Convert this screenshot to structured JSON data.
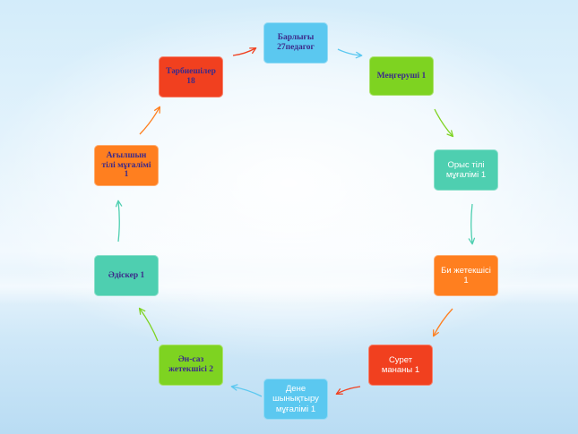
{
  "nodes": [
    {
      "id": "total",
      "text": "Барлығы\n27педагог",
      "fill": "#5bc8f0",
      "text_color": "#3c2a8a",
      "style": "serif"
    },
    {
      "id": "head",
      "text": "Меңгеруші  1",
      "fill": "#7ed321",
      "text_color": "#3c2a8a",
      "style": "serif"
    },
    {
      "id": "russian-teacher",
      "text": "Орыс тілі\nмұғалімі 1",
      "fill": "#4ecfb0",
      "text_color": "#ffffff",
      "style": "sans"
    },
    {
      "id": "dance-leader",
      "text": "Би жетекшісі\n1",
      "fill": "#ff7f1f",
      "text_color": "#ffffff",
      "style": "sans"
    },
    {
      "id": "art-specialist",
      "text": "Сурет\nмананы   1",
      "fill": "#f1401f",
      "text_color": "#ffffff",
      "style": "sans"
    },
    {
      "id": "pe-teacher",
      "text": "Дене\nшынықтыру\nмұғалімі 1",
      "fill": "#5bc8f0",
      "text_color": "#ffffff",
      "style": "sans"
    },
    {
      "id": "music-leader",
      "text": "Ән-саз\nжетекшісі  2",
      "fill": "#7ed321",
      "text_color": "#3c2a8a",
      "style": "serif"
    },
    {
      "id": "methodist",
      "text": "Әдіскер  1",
      "fill": "#4ecfb0",
      "text_color": "#3c2a8a",
      "style": "serif"
    },
    {
      "id": "english-teacher",
      "text": "Ағылшын\nтілі мұғалімі\n1",
      "fill": "#ff7f1f",
      "text_color": "#3c2a8a",
      "style": "serif"
    },
    {
      "id": "educators",
      "text": "Тәрбиешілер\n18",
      "fill": "#f1401f",
      "text_color": "#3c2a8a",
      "style": "serif"
    }
  ],
  "edges": [
    {
      "from": "total",
      "to": "head",
      "color": "#5bc8f0"
    },
    {
      "from": "head",
      "to": "russian-teacher",
      "color": "#7ed321"
    },
    {
      "from": "russian-teacher",
      "to": "dance-leader",
      "color": "#4ecfb0"
    },
    {
      "from": "dance-leader",
      "to": "art-specialist",
      "color": "#ff7f1f"
    },
    {
      "from": "art-specialist",
      "to": "pe-teacher",
      "color": "#f1401f"
    },
    {
      "from": "pe-teacher",
      "to": "music-leader",
      "color": "#5bc8f0"
    },
    {
      "from": "music-leader",
      "to": "methodist",
      "color": "#7ed321"
    },
    {
      "from": "methodist",
      "to": "english-teacher",
      "color": "#4ecfb0"
    },
    {
      "from": "english-teacher",
      "to": "educators",
      "color": "#ff7f1f"
    },
    {
      "from": "educators",
      "to": "total",
      "color": "#f1401f"
    }
  ]
}
